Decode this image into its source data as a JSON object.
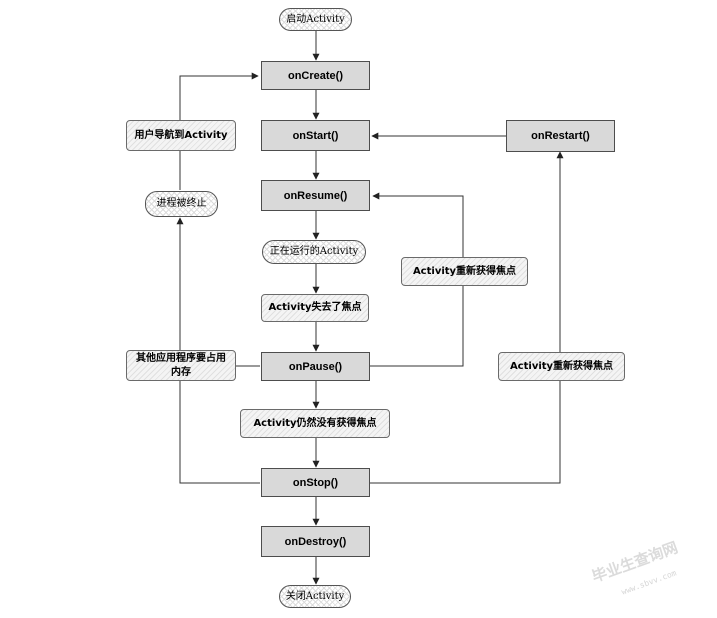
{
  "nodes": {
    "start": "启动Activity",
    "on_create": "onCreate()",
    "on_start": "onStart()",
    "on_restart": "onRestart()",
    "on_resume": "onResume()",
    "running": "正在运行的Activity",
    "on_pause": "onPause()",
    "on_stop": "onStop()",
    "on_destroy": "onDestroy()",
    "end": "关闭Activity"
  },
  "transitions": {
    "lost_focus": "Activity失去了焦点",
    "regain_focus_pause": "Activity重新获得焦点",
    "still_no_focus": "Activity仍然没有获得焦点",
    "regain_focus_stop": "Activity重新获得焦点",
    "other_app_memory": "其他应用程序要占用内存",
    "process_killed": "进程被终止",
    "user_navigates": "用户导航到Activity"
  },
  "watermark": {
    "text": "毕业生查询网",
    "sub": "www.sbvv.com"
  }
}
